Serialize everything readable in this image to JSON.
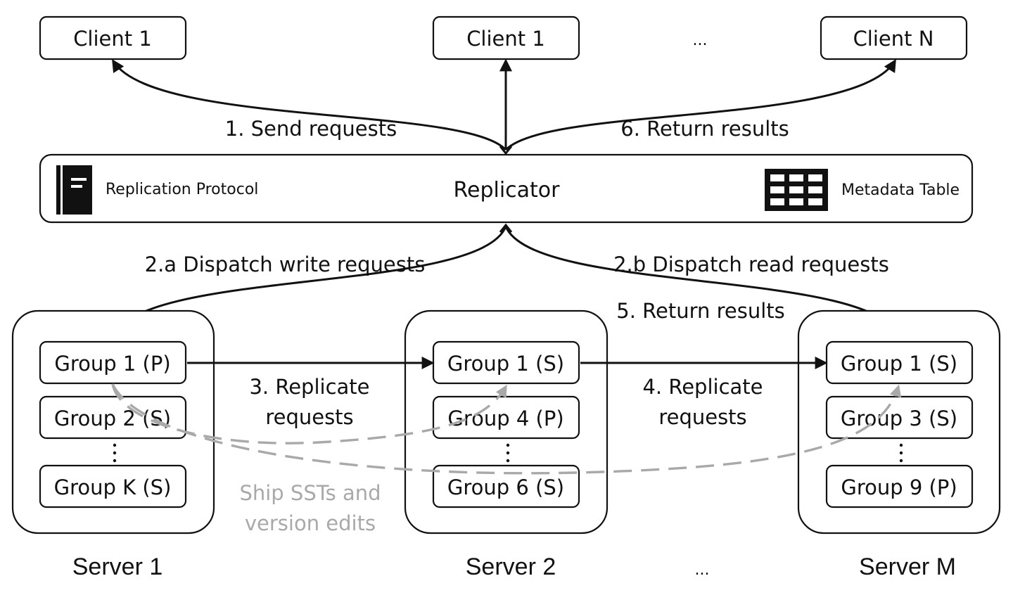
{
  "clients": [
    "Client 1",
    "Client 1",
    "...",
    "Client N"
  ],
  "replicator": {
    "title": "Replicator",
    "protocol_label": "Replication Protocol",
    "protocol_icon": "book-icon",
    "metadata_label": "Metadata Table",
    "metadata_icon": "table-grid-icon"
  },
  "edges": {
    "send_requests": "1. Send requests",
    "return_results_clients": "6. Return results",
    "dispatch_write": "2.a Dispatch write requests",
    "dispatch_read": "2.b Dispatch read requests",
    "return_results_server": "5. Return results",
    "replicate_3_line1": "3. Replicate",
    "replicate_3_line2": "requests",
    "replicate_4_line1": "4. Replicate",
    "replicate_4_line2": "requests",
    "ship_line1": "Ship SSTs and",
    "ship_line2": "version edits"
  },
  "servers": [
    {
      "name": "Server 1",
      "groups": [
        "Group 1 (P)",
        "Group 2 (S)",
        "Group K (S)"
      ]
    },
    {
      "name": "Server 2",
      "groups": [
        "Group 1 (S)",
        "Group 4 (P)",
        "Group 6 (S)"
      ]
    },
    {
      "name": "Server M",
      "groups": [
        "Group 1 (S)",
        "Group 3 (S)",
        "Group 9 (P)"
      ]
    }
  ],
  "ellipsis": "...",
  "colors": {
    "line": "#111111",
    "dashed": "#a9a9a9"
  }
}
